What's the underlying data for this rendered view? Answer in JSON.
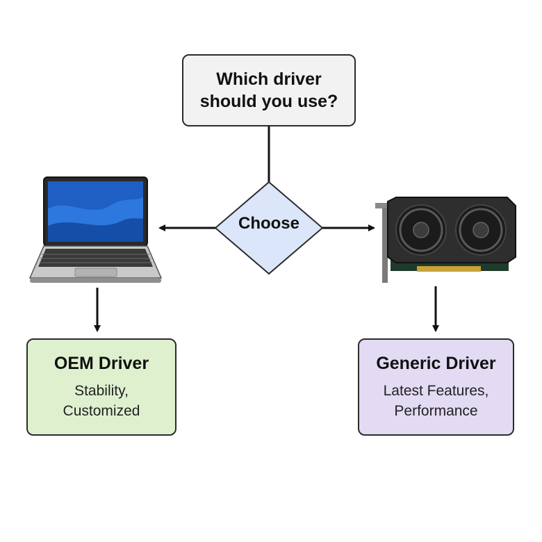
{
  "question": {
    "line1": "Which driver",
    "line2": "should you use?"
  },
  "decision": {
    "label": "Choose"
  },
  "oem": {
    "title": "OEM Driver",
    "line1": "Stability,",
    "line2": "Customized",
    "color": "#dff0cf"
  },
  "generic": {
    "title": "Generic Driver",
    "line1": "Latest Features,",
    "line2": "Performance",
    "color": "#e3daf3"
  },
  "icons": {
    "left": "laptop-icon",
    "right": "graphics-card-icon"
  }
}
